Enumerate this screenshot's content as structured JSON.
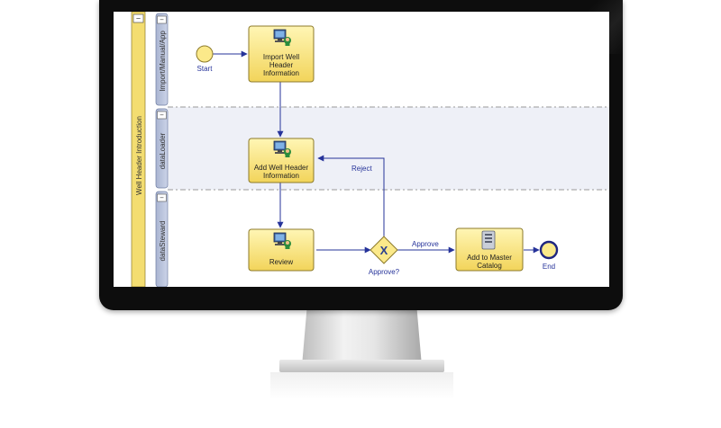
{
  "diagram": {
    "pool_title": "Well Header Introduction",
    "lanes": [
      {
        "label": "Import/Manual/App"
      },
      {
        "label": "dataLoader"
      },
      {
        "label": "dataSteward"
      }
    ],
    "collapse_symbol": "−",
    "start_label": "Start",
    "end_label": "End",
    "tasks": {
      "import": [
        "Import Well",
        "Header",
        "Information"
      ],
      "add_info": [
        "Add Well Header",
        "Information"
      ],
      "review": [
        "Review"
      ],
      "add_catalog": [
        "Add to Master",
        "Catalog"
      ]
    },
    "gateway": {
      "label": "Approve?",
      "symbol": "X"
    },
    "flows": {
      "reject": "Reject",
      "approve": "Approve"
    },
    "colors": {
      "task_fill": "#f6e27a",
      "lane_header": "#b9c3db",
      "pool_header": "#f3dd71",
      "flow": "#26339a",
      "start_fill": "#fbe98a"
    }
  }
}
